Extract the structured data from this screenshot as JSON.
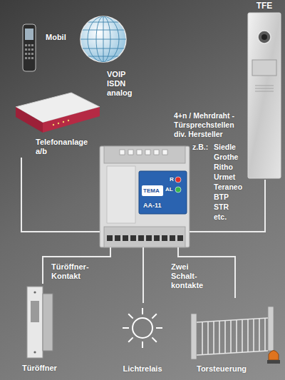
{
  "diagram": {
    "nodes": [
      {
        "text": [
          "Mobil"
        ]
      },
      {
        "text": [
          "VOIP ISDN analog"
        ]
      },
      {
        "text": [
          "Telefonanlage a/b"
        ]
      },
      {
        "text": [
          "TFE"
        ]
      },
      {
        "text": [
          "TEMA",
          "AA-11",
          "R",
          "AL"
        ]
      },
      {
        "text": [
          "Türöffner"
        ]
      },
      {
        "text": [
          "Lichtrelais"
        ]
      },
      {
        "text": [
          "Torsteuerung"
        ]
      }
    ],
    "edges": [
      {
        "from": 2,
        "to": 4,
        "arrow": "none"
      },
      {
        "from": 3,
        "to": 4,
        "arrow": "none"
      },
      {
        "from": 4,
        "to": 5,
        "label": "Türöffner- Kontakt",
        "arrow": "none"
      },
      {
        "from": 4,
        "to": 6,
        "arrow": "none"
      },
      {
        "from": 4,
        "to": 7,
        "arrow": "none"
      }
    ],
    "labels": [
      "4+n / Mehrdraht -",
      "Türsprechstellen",
      "div. Hersteller",
      "z.B.:",
      "Siedle",
      "Grothe",
      "Ritho",
      "Urmet",
      "Teraneo",
      "BTP",
      "STR",
      "etc.",
      "Zwei Schalt- kontakte"
    ]
  }
}
